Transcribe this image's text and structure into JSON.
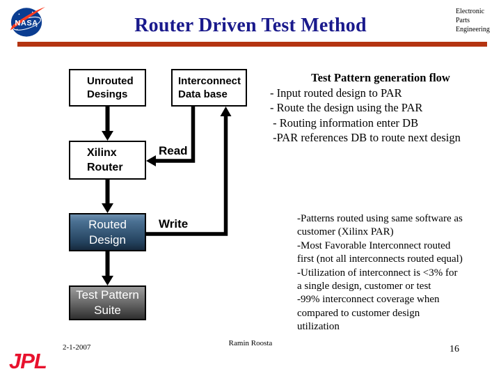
{
  "header": {
    "title": "Router Driven Test Method",
    "org_lines": [
      "Electronic",
      "Parts",
      "Engineering"
    ],
    "nasa_logo_text": "NASA"
  },
  "flowchart": {
    "boxes": {
      "unrouted": {
        "label": [
          "Unrouted",
          "Desings"
        ]
      },
      "interconnect": {
        "label": [
          "Interconnect",
          "Data base"
        ]
      },
      "xilinx": {
        "label": [
          "Xilinx",
          "Router"
        ]
      },
      "routed": {
        "label": [
          "Routed",
          "Design"
        ]
      },
      "test_pattern": {
        "label": [
          "Test Pattern",
          "Suite"
        ]
      }
    },
    "edge_labels": {
      "read": "Read",
      "write": "Write"
    }
  },
  "content": {
    "flow_heading": "Test Pattern generation flow",
    "flow_bullets": [
      "- Input routed design to PAR",
      "- Route the design using the PAR",
      " - Routing information enter DB",
      " -PAR references DB to route next design"
    ],
    "notes": [
      "-Patterns routed using same software as",
      "customer (Xilinx PAR)",
      "-Most Favorable Interconnect routed",
      "first (not all interconnects routed equal)",
      "-Utilization of interconnect is <3% for",
      "a single design, customer or test",
      "-99% interconnect coverage when",
      "compared to customer design",
      "utilization"
    ]
  },
  "footer": {
    "date": "2-1-2007",
    "author": "Ramin Roosta",
    "page_number": "16",
    "jpl_logo_text": "JPL"
  },
  "colors": {
    "title_navy": "#1a1a8c",
    "rule_red": "#b43411",
    "nasa_blue": "#0b3d91",
    "nasa_swoosh_red": "#fc3d21",
    "jpl_red": "#e8112d",
    "routed_box_top": "#6d8fae",
    "routed_box_bottom": "#16293d",
    "suite_box_top": "#9c9c9c",
    "suite_box_bottom": "#2f2f2f",
    "arrow_black": "#000000"
  }
}
